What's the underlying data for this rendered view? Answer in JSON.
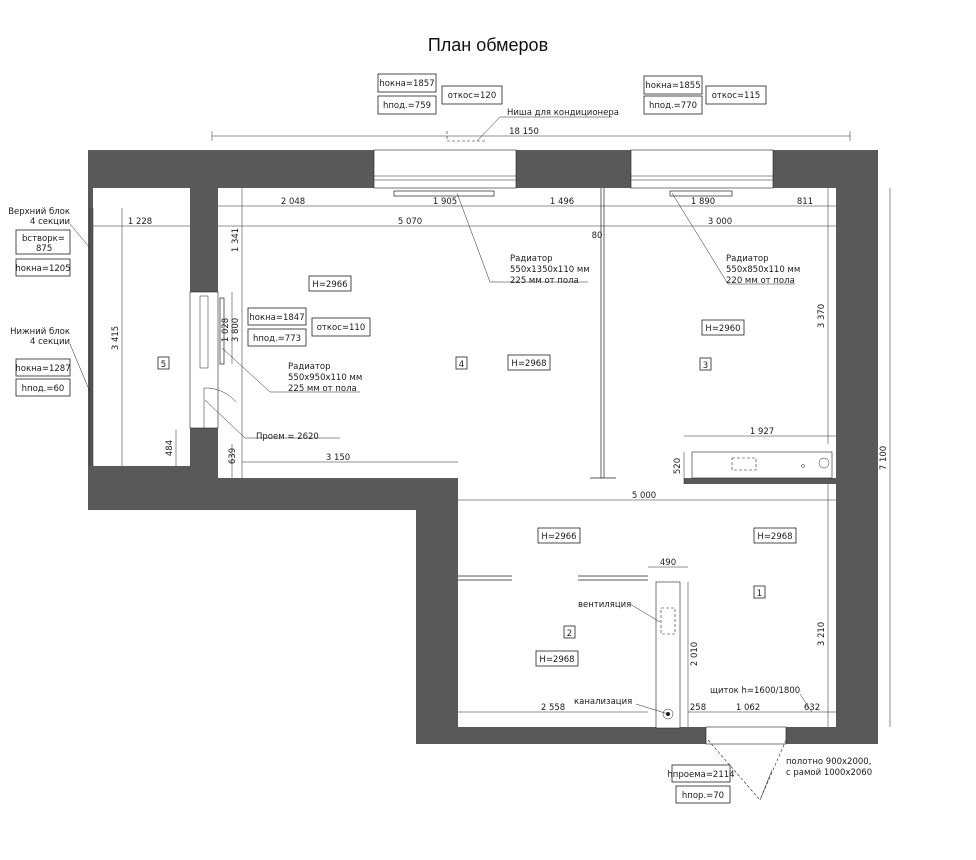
{
  "title": "План обмеров",
  "window_left": {
    "h_okna": "hокна=1857",
    "h_pod": "hпод.=759",
    "otkos": "откос=120"
  },
  "window_right": {
    "h_okna": "hокна=1855",
    "h_pod": "hпод.=770",
    "otkos": "откос=115"
  },
  "ac_niche": "Ниша для кондиционера",
  "balcony_top": {
    "name_line1": "Верхний блок",
    "name_line2": "4 секции",
    "b_stvork_line1": "bстворк=",
    "b_stvork_line2": "875",
    "h_okna": "hокна=1205"
  },
  "balcony_bottom": {
    "name_line1": "Нижний блок",
    "name_line2": "4 секции",
    "h_okna": "hокна=1287",
    "h_pod": "hпод.=60"
  },
  "window_mid": {
    "h_okna": "hокна=1847",
    "h_pod": "hпод.=773",
    "otkos": "откос=110"
  },
  "radiators": [
    {
      "line1": "Радиатор",
      "line2": "550х1350х110 мм",
      "line3": "225 мм от пола"
    },
    {
      "line1": "Радиатор",
      "line2": "550х850х110 мм",
      "line3": "220 мм от пола"
    },
    {
      "line1": "Радиатор",
      "line2": "550х950х110 мм",
      "line3": "225 мм от пола"
    }
  ],
  "opening": "Проем = 2620",
  "ventilation": "вентиляция",
  "sewer": "канализация",
  "panel": "щиток h=1600/1800",
  "door": {
    "line1": "полотно 900х2000,",
    "line2": "с рамой 1000х2060",
    "h_proema": "hпроема=2114",
    "h_por": "hпор.=70"
  },
  "heights": {
    "room4_a": "H=2966",
    "room4_b": "H=2968",
    "room3": "H=2960",
    "hall_left": "H=2966",
    "hall_right": "H=2968",
    "room2": "H=2968"
  },
  "rooms": [
    "1",
    "2",
    "3",
    "4",
    "5"
  ],
  "dims": {
    "overall_top": "18 150",
    "d2048": "2 048",
    "d1905": "1 905",
    "d1496": "1 496",
    "d1890": "1 890",
    "d811": "811",
    "d1228": "1 228",
    "d5070": "5 070",
    "d3000": "3 000",
    "d80": "80",
    "d1341": "1 341",
    "d3415": "3 415",
    "d1028": "1 028",
    "d3800": "3 800",
    "d3370": "3 370",
    "d484": "484",
    "d639": "639",
    "d3150": "3 150",
    "d1927": "1 927",
    "d520": "520",
    "d7100": "7 100",
    "d5000": "5 000",
    "d490": "490",
    "d3210": "3 210",
    "d2010": "2 010",
    "d2558": "2 558",
    "d258": "258",
    "d1062": "1 062",
    "d632": "632"
  }
}
